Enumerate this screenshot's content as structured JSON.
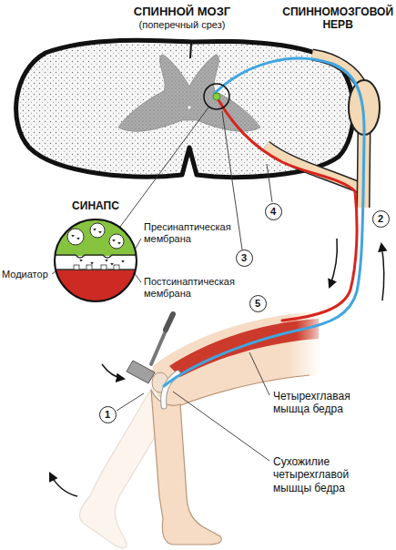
{
  "diagram": {
    "nodes": [
      {
        "text": [
          "СИНАПС"
        ]
      },
      {
        "text": [
          "2"
        ]
      },
      {
        "text": [
          "4"
        ]
      },
      {
        "text": [
          "3"
        ]
      },
      {
        "text": [
          "5"
        ]
      },
      {
        "text": [
          "1"
        ]
      }
    ],
    "labels": [
      "СПИННОЙ МОЗГ",
      "(поперечный срез)",
      "СПИННОМОЗГОВОЙ НЕРВ",
      "Пресинаптическая мембрана",
      "Модиатор",
      "Постсинаптическая мембрана",
      "Четырехглавая мышца бедра",
      "Сухожилие четырехглавой мышцы бедра"
    ]
  }
}
